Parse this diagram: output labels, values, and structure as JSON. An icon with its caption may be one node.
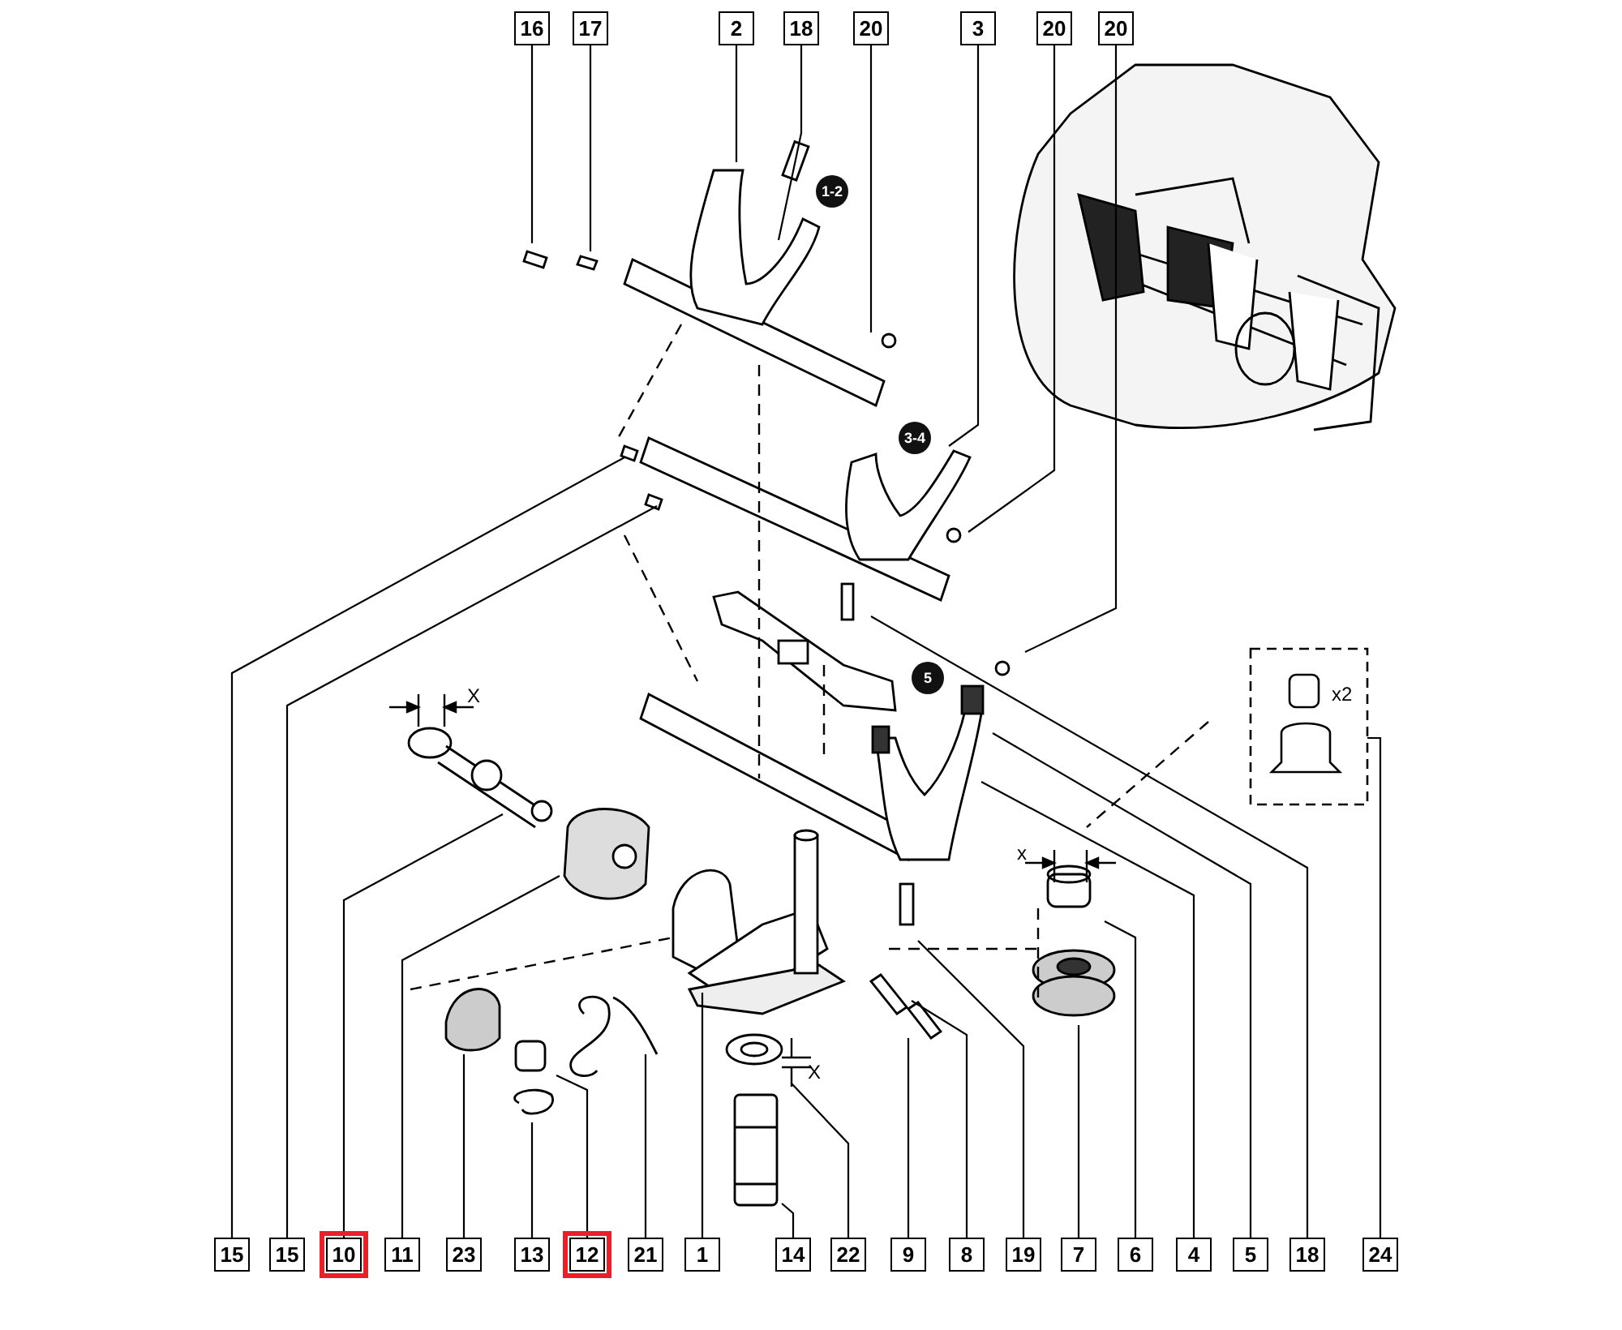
{
  "diagram": {
    "nodes": [
      {
        "text": [
          "16"
        ]
      },
      {
        "text": [
          "17"
        ]
      },
      {
        "text": [
          "2"
        ]
      },
      {
        "text": [
          "18"
        ]
      },
      {
        "text": [
          "20"
        ]
      },
      {
        "text": [
          "3"
        ]
      },
      {
        "text": [
          "20"
        ]
      },
      {
        "text": [
          "20"
        ]
      },
      {
        "text": [
          "15"
        ]
      },
      {
        "text": [
          "15"
        ]
      },
      {
        "text": [
          "10"
        ]
      },
      {
        "text": [
          "11"
        ]
      },
      {
        "text": [
          "23"
        ]
      },
      {
        "text": [
          "13"
        ]
      },
      {
        "text": [
          "12"
        ]
      },
      {
        "text": [
          "21"
        ]
      },
      {
        "text": [
          "1"
        ]
      },
      {
        "text": [
          "14"
        ]
      },
      {
        "text": [
          "22"
        ]
      },
      {
        "text": [
          "9"
        ]
      },
      {
        "text": [
          "8"
        ]
      },
      {
        "text": [
          "19"
        ]
      },
      {
        "text": [
          "7"
        ]
      },
      {
        "text": [
          "6"
        ]
      },
      {
        "text": [
          "4"
        ]
      },
      {
        "text": [
          "5"
        ]
      },
      {
        "text": [
          "18"
        ]
      },
      {
        "text": [
          "24"
        ]
      }
    ],
    "edges": [
      {
        "from": 0,
        "to": null,
        "arrow": "none"
      },
      {
        "from": 1,
        "to": null,
        "arrow": "none"
      },
      {
        "from": 2,
        "to": null,
        "arrow": "none"
      },
      {
        "from": 3,
        "to": null,
        "arrow": "none"
      },
      {
        "from": 4,
        "to": null,
        "arrow": "none"
      },
      {
        "from": 5,
        "to": null,
        "arrow": "none"
      },
      {
        "from": 6,
        "to": null,
        "arrow": "none"
      },
      {
        "from": 7,
        "to": null,
        "arrow": "none"
      },
      {
        "from": 8,
        "to": null,
        "arrow": "none"
      },
      {
        "from": 9,
        "to": null,
        "arrow": "none"
      },
      {
        "from": 10,
        "to": null,
        "arrow": "none"
      },
      {
        "from": 11,
        "to": null,
        "arrow": "none"
      },
      {
        "from": 12,
        "to": null,
        "arrow": "none"
      },
      {
        "from": 13,
        "to": null,
        "arrow": "none"
      },
      {
        "from": 14,
        "to": null,
        "arrow": "none"
      },
      {
        "from": 15,
        "to": null,
        "arrow": "none"
      },
      {
        "from": 16,
        "to": null,
        "arrow": "none"
      },
      {
        "from": 17,
        "to": null,
        "arrow": "none"
      },
      {
        "from": 18,
        "to": null,
        "arrow": "none"
      },
      {
        "from": 19,
        "to": null,
        "arrow": "none"
      },
      {
        "from": 20,
        "to": null,
        "arrow": "none"
      },
      {
        "from": 21,
        "to": null,
        "arrow": "none"
      },
      {
        "from": 22,
        "to": null,
        "arrow": "none"
      },
      {
        "from": 23,
        "to": null,
        "arrow": "none"
      },
      {
        "from": 24,
        "to": null,
        "arrow": "none"
      },
      {
        "from": 25,
        "to": null,
        "arrow": "none"
      },
      {
        "from": 26,
        "to": null,
        "arrow": "none"
      },
      {
        "from": 27,
        "to": null,
        "arrow": "none"
      }
    ],
    "labels": [
      "1-2",
      "3-4",
      "5",
      "X",
      "x",
      "X",
      "x2"
    ]
  }
}
